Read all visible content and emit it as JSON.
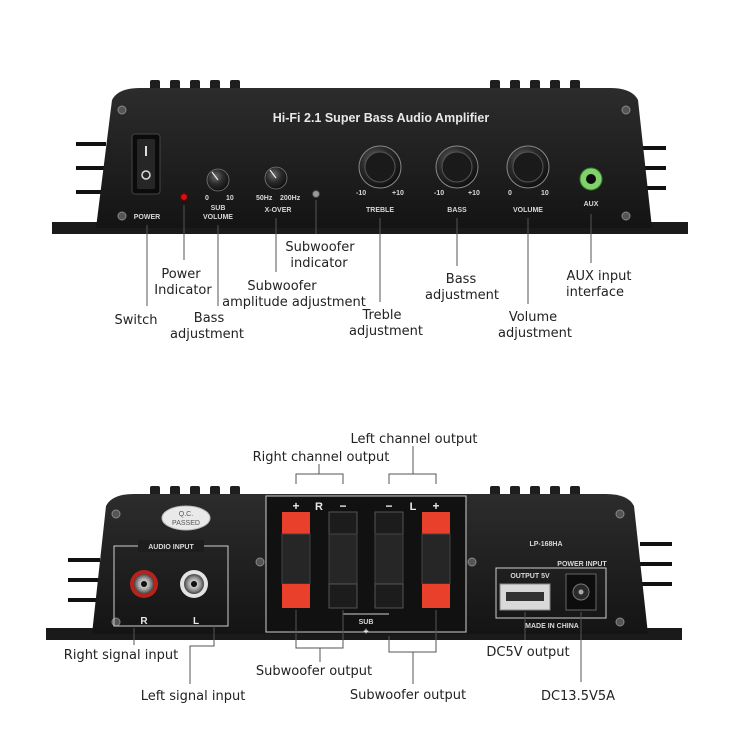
{
  "front_panel": {
    "title": "Hi-Fi 2.1 Super Bass Audio Amplifier",
    "power_switch_label": "POWER",
    "sub_volume": {
      "label_line1": "SUB",
      "label_line2": "VOLUME",
      "min": "0",
      "max": "10"
    },
    "xover": {
      "label": "X-OVER",
      "min": "50Hz",
      "max": "200Hz"
    },
    "treble": {
      "label": "TREBLE",
      "min": "-10",
      "max": "+10"
    },
    "bass": {
      "label": "BASS",
      "min": "-10",
      "max": "+10"
    },
    "volume": {
      "label": "VOLUME",
      "min": "0",
      "max": "10"
    },
    "aux_label": "AUX"
  },
  "front_callouts": {
    "switch": "Switch",
    "power_indicator_l1": "Power",
    "power_indicator_l2": "Indicator",
    "bass_adj_l1": "Bass",
    "bass_adj_l2": "adjustment",
    "sub_amp_l1": "Subwoofer",
    "sub_amp_l2": "amplitude adjustment",
    "sub_ind_l1": "Subwoofer",
    "sub_ind_l2": "indicator",
    "treble_l1": "Treble",
    "treble_l2": "adjustment",
    "bass2_l1": "Bass",
    "bass2_l2": "adjustment",
    "volume_l1": "Volume",
    "volume_l2": "adjustment",
    "aux_l1": "AUX input",
    "aux_l2": "interface"
  },
  "rear_panel": {
    "qc_l1": "Q.C.",
    "qc_l2": "PASSED",
    "audio_input": "AUDIO INPUT",
    "r_label": "R",
    "l_label": "L",
    "right_group": "R",
    "left_group": "L",
    "plus": "+",
    "minus": "−",
    "sub_label": "SUB",
    "model": "LP-168HA",
    "output_5v": "OUTPUT  5V",
    "power_input": "POWER INPUT",
    "made_in": "MADE IN CHINA"
  },
  "rear_callouts": {
    "left_channel": "Left channel output",
    "right_channel": "Right channel output",
    "right_signal": "Right signal input",
    "left_signal": "Left signal input",
    "sub_out_1": "Subwoofer output",
    "sub_out_2": "Subwoofer output",
    "dc5v": "DC5V output",
    "dc13": "DC13.5V5A"
  },
  "colors": {
    "chassis": "#1b1b1b",
    "panel": "#232323",
    "terminal_red": "#e8402a",
    "aux_green": "#7fd36a",
    "led_red": "#d41010"
  }
}
